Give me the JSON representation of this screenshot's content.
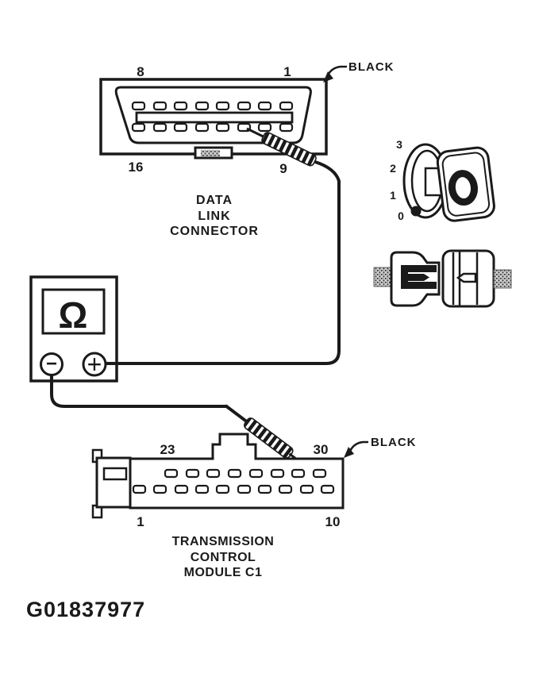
{
  "page": {
    "background_color": "#ffffff",
    "ink_color": "#1a1a1a",
    "figure_id": "G01837977"
  },
  "data_link_connector": {
    "caption_lines": [
      "DATA",
      "LINK",
      "CONNECTOR"
    ],
    "color_label": "BLACK",
    "pin_labels": {
      "top_left": "8",
      "top_right": "1",
      "bottom_left": "16",
      "bottom_right": "9"
    }
  },
  "transmission_control_module": {
    "caption_lines": [
      "TRANSMISSION",
      "CONTROL",
      "MODULE C1"
    ],
    "color_label": "BLACK",
    "pin_labels": {
      "top_left": "23",
      "top_right": "30",
      "bottom_left": "1",
      "bottom_right": "10"
    }
  },
  "ohmmeter": {
    "display_symbol": "Ω",
    "negative_terminal": "−",
    "positive_terminal": "+"
  },
  "ignition_switch": {
    "positions": [
      "3",
      "2",
      "1",
      "0"
    ]
  }
}
